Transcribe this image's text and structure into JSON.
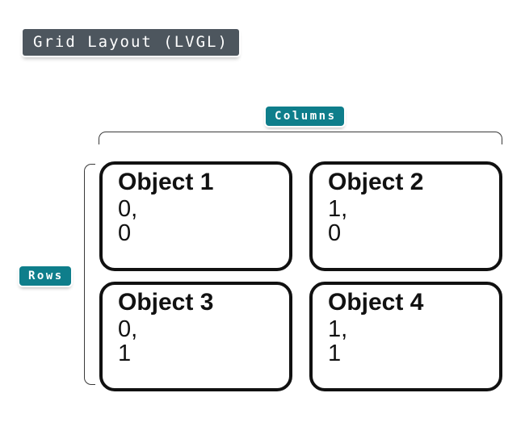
{
  "title_badge": {
    "label": "Grid Layout (LVGL)"
  },
  "axis_labels": {
    "columns": "Columns",
    "rows": "Rows"
  },
  "colors": {
    "title_badge_bg": "#4d565e",
    "axis_badge_bg": "#0e7e8b",
    "badge_text": "#ffffff",
    "box_border": "#111111",
    "bracket_line": "#3a3a3a",
    "page_bg": "#ffffff"
  },
  "grid": {
    "cells": [
      {
        "name": "Object 1",
        "coord_line1": "0,",
        "coord_line2": "0"
      },
      {
        "name": "Object 2",
        "coord_line1": "1,",
        "coord_line2": "0"
      },
      {
        "name": "Object 3",
        "coord_line1": "0,",
        "coord_line2": "1"
      },
      {
        "name": "Object 4",
        "coord_line1": "1,",
        "coord_line2": "1"
      }
    ]
  }
}
